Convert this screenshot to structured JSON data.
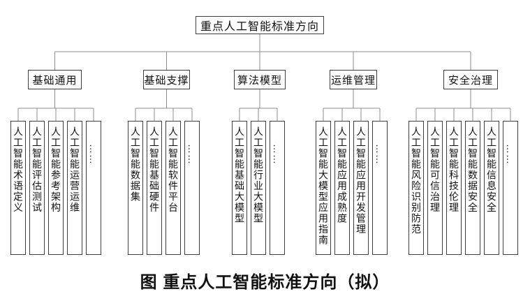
{
  "diagram": {
    "root": "重点人工智能标准方向",
    "branches": [
      {
        "label": "基础通用",
        "children": [
          "人工智能术语定义",
          "人工智能评估测试",
          "人工智能参考架构",
          "人工智能运营运维",
          "……"
        ]
      },
      {
        "label": "基础支撑",
        "children": [
          "人工智能数据集",
          "人工智能基础硬件",
          "人工智能软件平台",
          "……"
        ]
      },
      {
        "label": "算法模型",
        "children": [
          "人工智能基础大模型",
          "人工智能行业大模型",
          "……"
        ]
      },
      {
        "label": "运维管理",
        "children": [
          "人工智能大模型应用指南",
          "人工智能应用成熟度",
          "人工智能应用开发管理",
          "……"
        ]
      },
      {
        "label": "安全治理",
        "children": [
          "人工智能风险识别防范",
          "人工智能可信治理",
          "人工智能科技伦理",
          "人工智能数据安全",
          "人工智能信息安全",
          "……"
        ]
      }
    ],
    "caption": "图 重点人工智能标准方向（拟）"
  },
  "colors": {
    "line": "#8c8c8c",
    "border": "#3f3f3f",
    "text": "#111111",
    "background": "#ffffff"
  }
}
